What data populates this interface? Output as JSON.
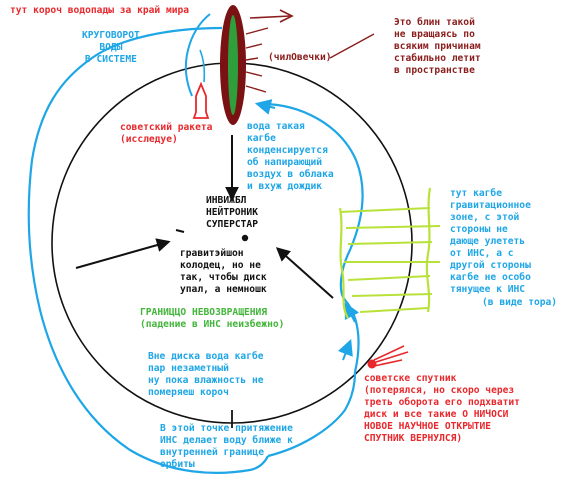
{
  "colors": {
    "blue": "#1ea6e6",
    "black": "#111111",
    "red": "#e8282c",
    "dark_red": "#8b1d1d",
    "green": "#42b53a",
    "lime": "#b8e23a",
    "background": "#ffffff"
  },
  "labels": {
    "top_left": "тут короч водопады за край мира",
    "cycle": "КРУГОВОРОТ\nВОДЫ\nВ СИСТЕМЕ",
    "sheep": "(чилОвечки)",
    "not_rotating": "Это блин такой\nне вращаясь по\nвсяким причинам\nстабильно летит\nв пространстве",
    "rocket": "советский ракета\n(исследуе)",
    "water_condenses": "вода такая\nкагбе\nконденсируется\nоб напирающий\nвоздух в облака\nи вхуж дождик",
    "center_title": "ИНВИЖБЛ\nНЕЙТРОНИК\nСУПЕРСТАР",
    "gravity_well": "гравитэйшон\nколодец, но не\nтак, чтобы диск\nупал, а немношк",
    "gravity_zone": "тут кагбе\nгравитационное\nзоне, с этой\nстороны не\nдающе улететь\nот ИНС, а с\nдругой стороны\nкагбе не особо\nтянущее к ИНС",
    "torus": "(в виде тора)",
    "no_return": "ГРАНИЦЦО НЕВОЗВРАЩЕНИЯ\n(падение в ИНС неизбежно)",
    "vapor": "Вне диска вода кагбе\nпар незаметный\nну пока влажность не\nпомеряеш короч",
    "satellite": "советске спутник\n(потерялся, но скоро через\nтреть оборота его подхватит\nдиск и все такие О НИЧОСИ\nНОВОЕ НАУЧНОЕ ОТКРЫТИЕ\nСПУТНИК ВЕРНУЛСЯ)",
    "attraction_point": "В этой точке притяжение\nИНС делает воду ближе к\nвнутренней границе\nорбиты"
  }
}
